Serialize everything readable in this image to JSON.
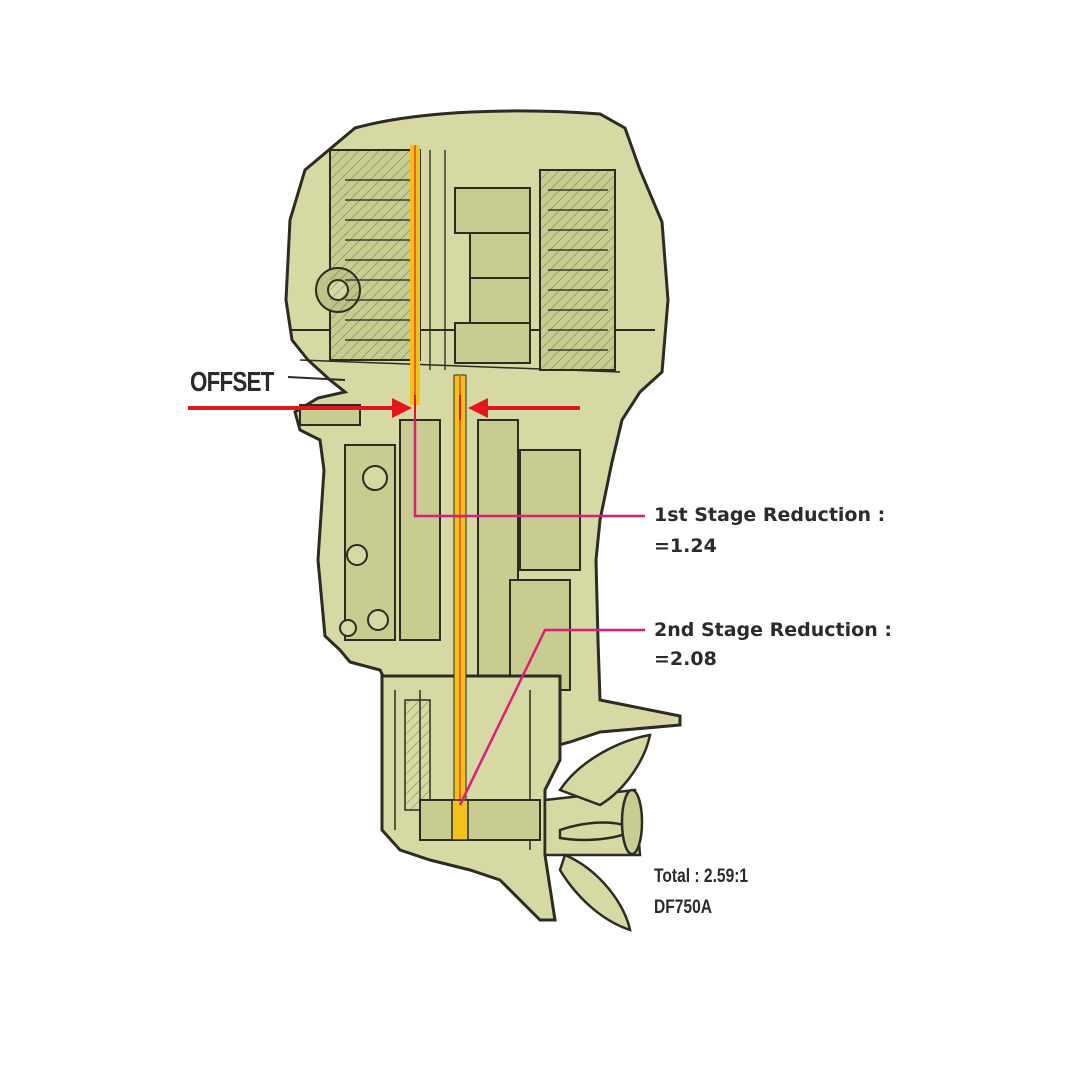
{
  "labels": {
    "offset": "OFFSET",
    "stage1_title": "1st Stage Reduction :",
    "stage1_value": "=1.24",
    "stage2_title": "2nd Stage Reduction :",
    "stage2_value": "=2.08",
    "total": "Total : 2.59:1",
    "model": "DF750A"
  },
  "colors": {
    "engine_fill": "#d6d9a3",
    "engine_line": "#2c2c22",
    "shaft_yellow": "#f2c21b",
    "shaft_orange": "#e8642a",
    "offset_red": "#e3161e",
    "leader_magenta": "#d81f7a"
  }
}
